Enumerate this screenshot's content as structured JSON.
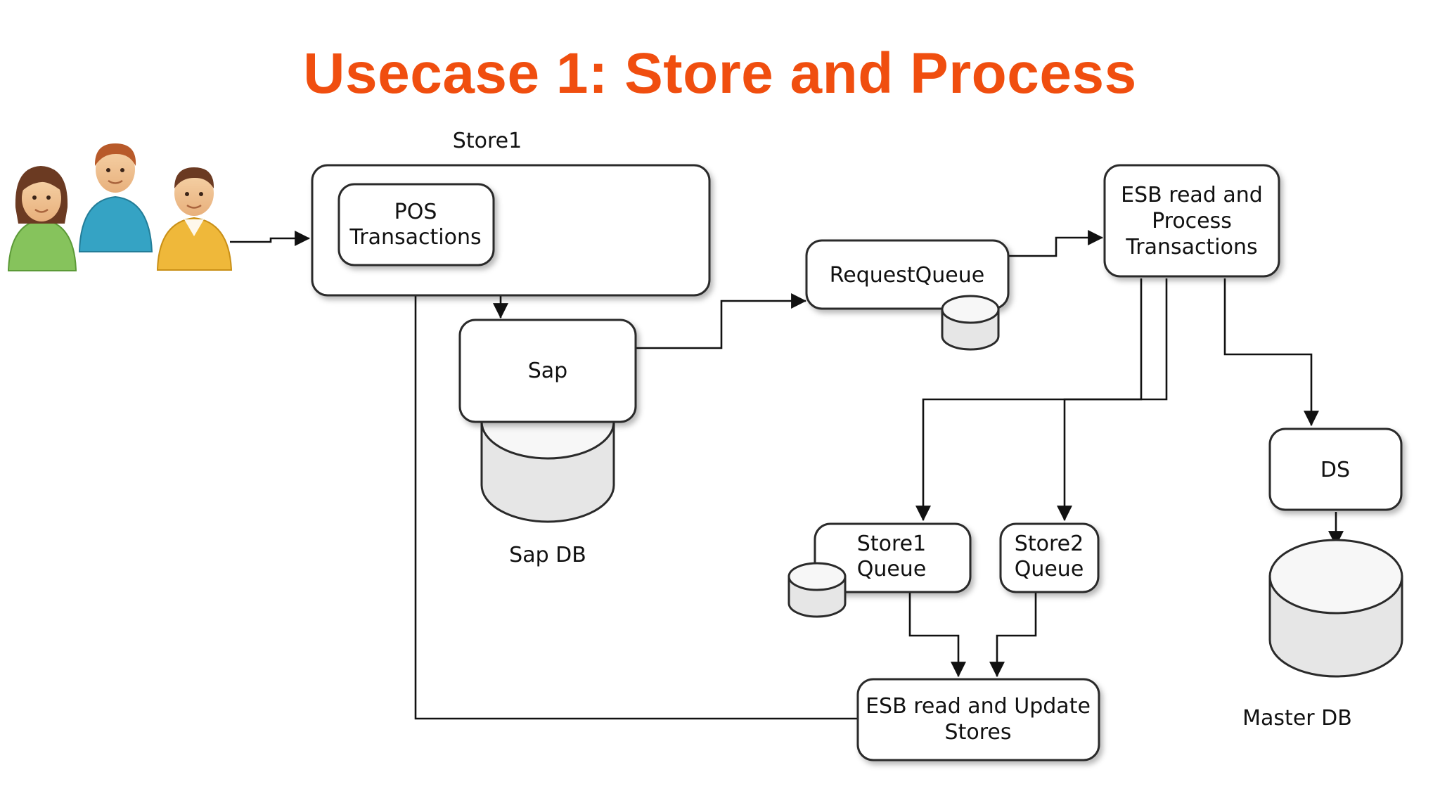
{
  "title": "Usecase 1: Store and Process",
  "diagram": {
    "store_container": {
      "label": "Store1"
    },
    "pos": {
      "line1": "POS",
      "line2": "Transactions"
    },
    "sap": {
      "label": "Sap"
    },
    "sap_db": {
      "label": "Sap DB"
    },
    "request_queue": {
      "label": "RequestQueue"
    },
    "esb_process": {
      "line1": "ESB read and",
      "line2": "Process",
      "line3": "Transactions"
    },
    "ds": {
      "label": "DS"
    },
    "master_db": {
      "label": "Master DB"
    },
    "store1_queue": {
      "line1": "Store1",
      "line2": "Queue"
    },
    "store2_queue": {
      "line1": "Store2",
      "line2": "Queue"
    },
    "esb_update": {
      "line1": "ESB read and Update",
      "line2": "Stores"
    }
  },
  "icons": {
    "users": "users-group-icon",
    "database": "database-cylinder-icon"
  },
  "colors": {
    "title": "#f04e0f",
    "user_female_shirt": "#86c35c",
    "user_male_shirt": "#35a3c4",
    "user_male2_shirt": "#efb83a"
  }
}
